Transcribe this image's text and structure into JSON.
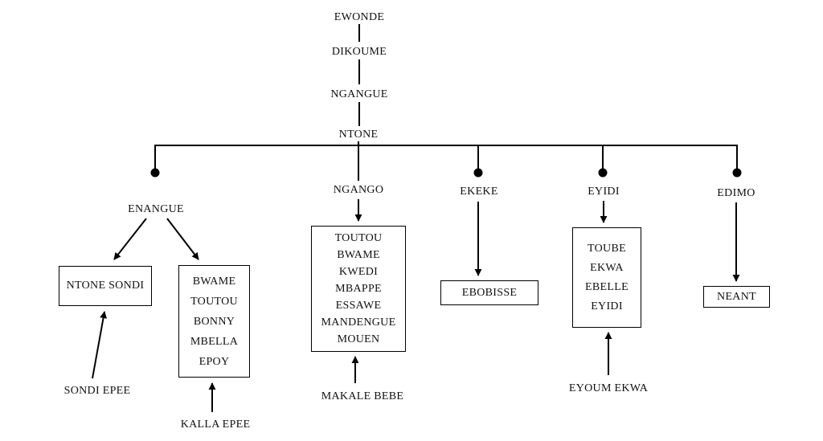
{
  "diagram": {
    "ancestors": [
      "EWONDE",
      "DIKOUME",
      "NGANGUE",
      "NTONE"
    ],
    "branches": {
      "enangue": "ENANGUE",
      "ngango": "NGANGO",
      "ekeke": "EKEKE",
      "eyidi": "EYIDI",
      "edimo": "EDIMO"
    },
    "boxes": {
      "ntone_sondi": [
        "NTONE SONDI"
      ],
      "enangue_children": [
        "BWAME",
        "TOUTOU",
        "BONNY",
        "MBELLA",
        "EPOY"
      ],
      "ngango_children": [
        "TOUTOU",
        "BWAME",
        "KWEDI",
        "MBAPPE",
        "ESSAWE",
        "MANDENGUE",
        "MOUEN"
      ],
      "ekeke_children": [
        "EBOBISSE"
      ],
      "eyidi_children": [
        "TOUBE",
        "EKWA",
        "EBELLE",
        "EYIDI"
      ],
      "edimo_children": [
        "NEANT"
      ]
    },
    "spouses": {
      "sondi_epee": "SONDI EPEE",
      "kalla_epee": "KALLA EPEE",
      "makale_bebe": "MAKALE BEBE",
      "eyoum_ekwa": "EYOUM EKWA"
    },
    "colors": {
      "line": "#000000",
      "text": "#111111",
      "background": "#ffffff"
    }
  }
}
